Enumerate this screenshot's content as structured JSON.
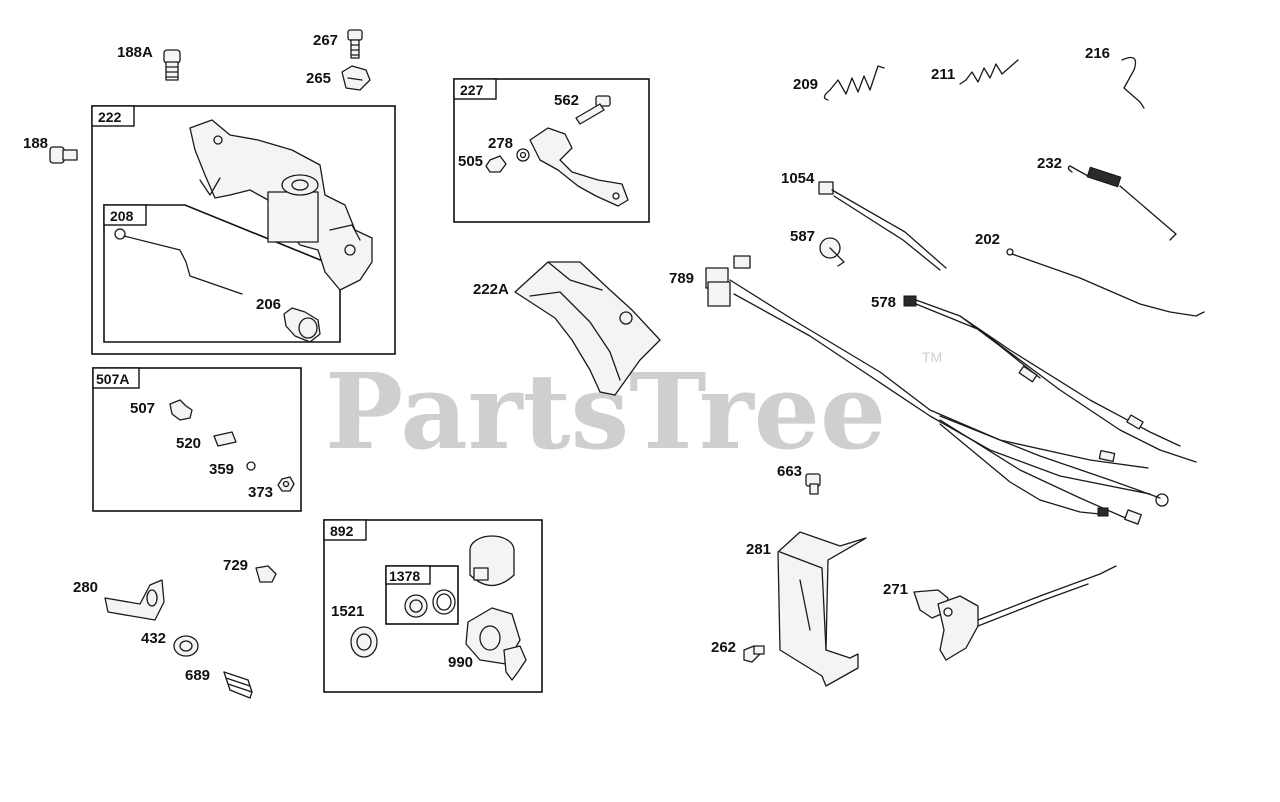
{
  "watermark": {
    "text": "PartsTree",
    "tm": "TM"
  },
  "callouts": {
    "c188A": "188A",
    "c267": "267",
    "c265": "265",
    "c188": "188",
    "c206": "206",
    "c507": "507",
    "c520": "520",
    "c359": "359",
    "c373": "373",
    "c562": "562",
    "c278": "278",
    "c505": "505",
    "c222A": "222A",
    "c209": "209",
    "c211": "211",
    "c216": "216",
    "c1054": "1054",
    "c232": "232",
    "c587": "587",
    "c202": "202",
    "c789": "789",
    "c578": "578",
    "c663": "663",
    "c281": "281",
    "c271": "271",
    "c262": "262",
    "c729": "729",
    "c280": "280",
    "c432": "432",
    "c689": "689",
    "c1521": "1521",
    "c990": "990"
  },
  "boxes": {
    "b222": "222",
    "b208": "208",
    "b227": "227",
    "b507A": "507A",
    "b892": "892",
    "b1378": "1378"
  },
  "colors": {
    "line": "#1a1a1a",
    "watermark": "#cfcfcf",
    "background": "#ffffff"
  }
}
